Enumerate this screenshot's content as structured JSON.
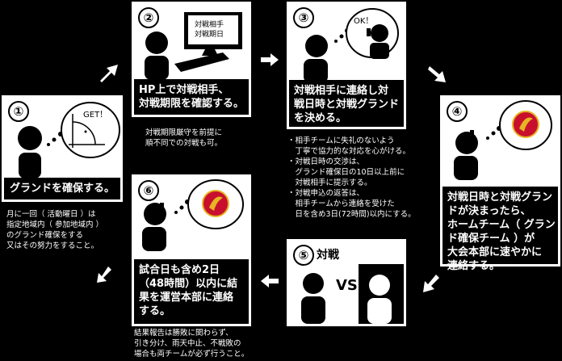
{
  "steps": [
    {
      "num": "①",
      "caption": "グランドを確保する。",
      "bubble": "GET！",
      "note": "月に一回（ 活動曜日 ）は\n指定地域内（ 参加地域内 ）\nのグランド確保をする\n又はその努力をすること。"
    },
    {
      "num": "②",
      "caption": "HP上で対戦相手、\n対戦期限を確認する。",
      "screen_line1": "対戦相手",
      "screen_line2": "対戦期日",
      "note": "対戦期限厳守を前提に\n順不同での対戦も可。"
    },
    {
      "num": "③",
      "caption": "対戦相手に連絡し対\n戦日時と対戦グランド\nを決める。",
      "bubble": "OK！",
      "note_items": [
        "・相手チームに失礼のないよう\n　丁寧で協力的な対応を心がける。",
        "・対戦日時の交渉は、\n　グランド確保日の10日以上前に\n　対戦相手に提示する。",
        "・対戦申込の返答は、\n　相手チームから連絡を受けた\n　日を含め3日(72時間)以内にする。"
      ]
    },
    {
      "num": "④",
      "caption": "対戦日時と対戦グラン\nドが決まったら、\nホームチーム（ グラン\nド確保チーム ）が\n大会本部に速やかに\n連絡する。"
    },
    {
      "num": "⑤",
      "title": "対戦",
      "vs": "VS"
    },
    {
      "num": "⑥",
      "caption": "試合日も含め2日\n（48時間）以内に結\n果を運営本部に連絡\nする。",
      "note": "結果報告は勝敗に関わらず、\n引き分け、雨天中止、不戦敗の\n場合も両チームが必ず行うこと。"
    }
  ],
  "colors": {
    "background": "#000000",
    "panel": "#ffffff",
    "logo_red": "#c8102e",
    "logo_gold": "#e6b422"
  }
}
